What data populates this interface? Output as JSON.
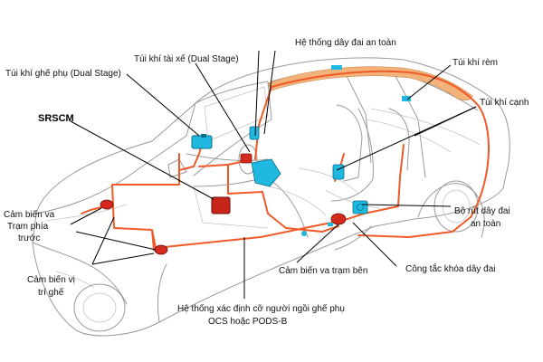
{
  "colors": {
    "wiring": "#f05a28",
    "airbag_curtain": "#f2b27a",
    "module_cyan": "#1fb8e0",
    "sensor_red": "#d42a1e",
    "car_outline": "#9a9a9a"
  },
  "labels": {
    "seat_belt_system": "Hệ thống dây đai an toàn",
    "driver_airbag": "Túi khí tài xế (Dual Stage)",
    "passenger_airbag": "Túi khí ghế phụ (Dual Stage)",
    "curtain_airbag": "Túi khí rèm",
    "side_airbag": "Túi khí cạnh",
    "srscm": "SRSCM",
    "front_sensor_line1": "Cảm biến va",
    "front_sensor_line2": "Trạm phía",
    "front_sensor_line3": "trước",
    "seat_position_line1": "Cảm biến vị",
    "seat_position_line2": "trí ghế",
    "side_sensor": "Cảm biến va trạm bên",
    "ocs_line1": "Hệ thống xác định cỡ người ngồi ghế phụ",
    "ocs_line2": "OCS hoặc PODS-B",
    "retractor_line1": "Bộ rút dây đai",
    "retractor_line2": "an toàn",
    "buckle_switch": "Công tắc khóa dây đai"
  }
}
